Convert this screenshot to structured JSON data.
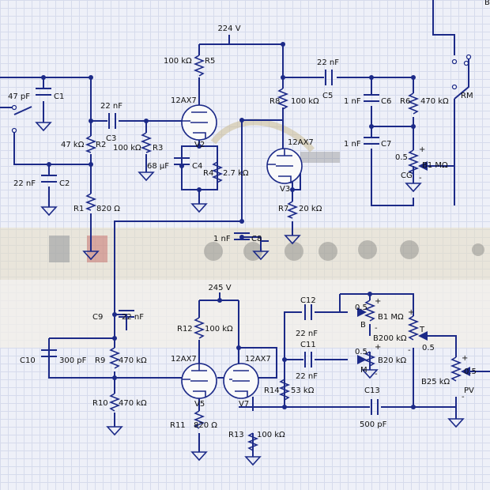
{
  "supply": {
    "v1": "224 V",
    "v2": "245 V"
  },
  "tubes": [
    {
      "ref": "V2",
      "type": "12AX7"
    },
    {
      "ref": "V3",
      "type": "12AX7"
    },
    {
      "ref": "V5",
      "type": "12AX7"
    },
    {
      "ref": "V7",
      "type": "12AX7"
    }
  ],
  "resistors": [
    {
      "ref": "R5",
      "value": "100 kΩ"
    },
    {
      "ref": "R8",
      "value": "100 kΩ"
    },
    {
      "ref": "R6",
      "value": "470 kΩ"
    },
    {
      "ref": "R2",
      "value": "47 kΩ"
    },
    {
      "ref": "R3",
      "value": "100 kΩ"
    },
    {
      "ref": "R4",
      "value": "2.7 kΩ"
    },
    {
      "ref": "R1",
      "value": "820 Ω"
    },
    {
      "ref": "R7",
      "value": "20 kΩ"
    },
    {
      "ref": "R12",
      "value": "100 kΩ"
    },
    {
      "ref": "R9",
      "value": "470 kΩ"
    },
    {
      "ref": "R10",
      "value": "470 kΩ"
    },
    {
      "ref": "R11",
      "value": "820 Ω"
    },
    {
      "ref": "R13",
      "value": "100 kΩ"
    },
    {
      "ref": "R14",
      "value": "53 kΩ"
    }
  ],
  "capacitors": [
    {
      "ref": "C1",
      "value": "47 pF"
    },
    {
      "ref": "C2",
      "value": "22 nF"
    },
    {
      "ref": "C3",
      "value": "22 nF"
    },
    {
      "ref": "C4",
      "value": "68 µF"
    },
    {
      "ref": "C5",
      "value": "22 nF"
    },
    {
      "ref": "C6",
      "value": "1 nF"
    },
    {
      "ref": "C7",
      "value": "1 nF"
    },
    {
      "ref": "C8",
      "value": "1 nF"
    },
    {
      "ref": "C9",
      "value": "22 nF"
    },
    {
      "ref": "C10",
      "value": "300 pF"
    },
    {
      "ref": "C11",
      "value": "22 nF"
    },
    {
      "ref": "C12",
      "value": "22 nF"
    },
    {
      "ref": "C13",
      "value": "500 pF"
    }
  ],
  "pots": [
    {
      "ref": "CG",
      "value": "B1 MΩ",
      "wiper": "0.5",
      "pins": {
        "plus": "+",
        "minus": "-"
      }
    },
    {
      "ref": "B",
      "value": "B1 MΩ",
      "wiper": "0.5",
      "pins": {
        "plus": "+",
        "minus": "-"
      }
    },
    {
      "ref": "M",
      "value": "B20 kΩ",
      "wiper": "0.5",
      "pins": {
        "plus": "+",
        "minus": "-"
      }
    },
    {
      "ref": "T",
      "value": "B200 kΩ",
      "wiper": "0.5",
      "pins": {
        "plus": "+",
        "minus": "-"
      }
    },
    {
      "ref": "PV",
      "value": "B25 kΩ",
      "wiper": "0.5",
      "pins": {
        "plus": "+",
        "minus": "-"
      }
    }
  ],
  "switch": {
    "label": "RM"
  },
  "corner_text": "B"
}
